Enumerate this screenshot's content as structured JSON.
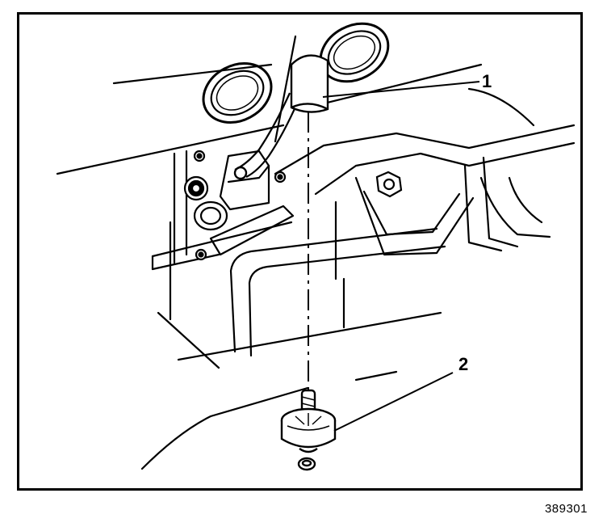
{
  "callouts": [
    {
      "id": "1",
      "label": "1"
    },
    {
      "id": "2",
      "label": "2"
    }
  ],
  "figure_id": "389301",
  "colors": {
    "line": "#000000",
    "background": "#ffffff"
  }
}
